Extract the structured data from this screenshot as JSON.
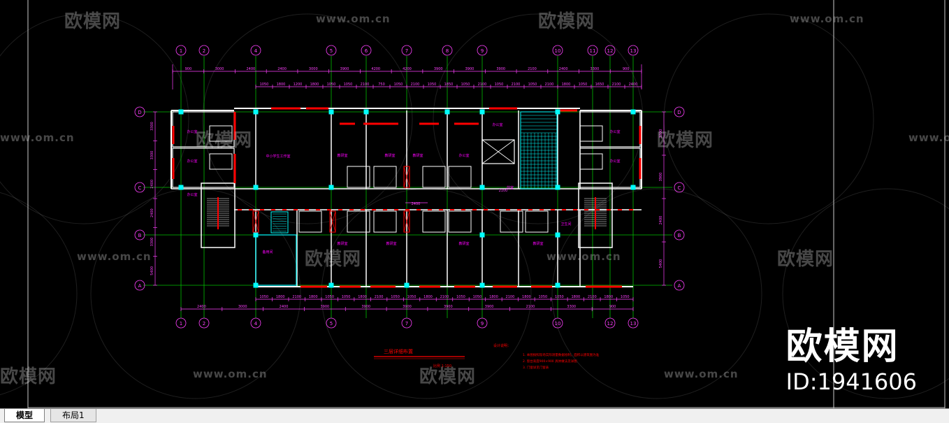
{
  "colors": {
    "background": "#000000",
    "grid": "#00c000",
    "dim": "#ff40ff",
    "wall": "#ffffff",
    "window": "#ff0000",
    "column": "#00ffff",
    "label": "#ff00ff"
  },
  "watermark": {
    "cn": "欧模网",
    "url": "www.om.cn"
  },
  "brand": {
    "name": "欧模网",
    "id": "ID:1941606"
  },
  "axes": {
    "top": [
      "1",
      "2",
      "4",
      "5",
      "6",
      "7",
      "8",
      "9",
      "10",
      "11",
      "12",
      "13"
    ],
    "bottom": [
      "1",
      "2",
      "4",
      "5",
      "7",
      "9",
      "10",
      "12",
      "13"
    ],
    "left": [
      "D",
      "C",
      "B",
      "A"
    ],
    "right": [
      "D",
      "C",
      "B",
      "A"
    ]
  },
  "dims": {
    "top_row1": [
      "900",
      "3000",
      "2400",
      "2400",
      "3000",
      "3900",
      "4200",
      "4200",
      "3900",
      "3900",
      "3900",
      "2100",
      "2400",
      "3300",
      "900"
    ],
    "top_row2": [
      "1050",
      "1800",
      "1200",
      "1800",
      "1050",
      "1050",
      "2100",
      "750",
      "1050",
      "2100",
      "1050",
      "1850",
      "1050",
      "2100",
      "1050",
      "2100",
      "1050",
      "2100",
      "1800",
      "1050",
      "1650",
      "2100",
      "2400"
    ],
    "bottom_row1": [
      "1050",
      "1800",
      "2100",
      "1800",
      "1050",
      "1050",
      "1800",
      "2100",
      "1050",
      "1050",
      "1800",
      "2100",
      "1050",
      "1050",
      "1800",
      "2100",
      "1800",
      "1050",
      "1050",
      "1800",
      "2100",
      "1800",
      "1050"
    ],
    "bottom_row2": [
      "2400",
      "3000",
      "2400",
      "3900",
      "3900",
      "3900",
      "3900",
      "3900",
      "2100",
      "3300",
      "900"
    ],
    "left": [
      "3300",
      "3300",
      "2400",
      "2400",
      "3300",
      "5400"
    ],
    "right": [
      "3300",
      "3900",
      "2400",
      "5400"
    ],
    "mid": [
      "2400",
      "2100"
    ]
  },
  "rooms": {
    "r1": "办公室",
    "r2": "办公室",
    "r3": "办公室",
    "r4": "中小学生工作室",
    "r5": "教研室",
    "r6": "教研室",
    "r7": "教研室",
    "r8": "办公室",
    "r9": "办公室",
    "r10": "教研室",
    "r11": "教研室",
    "r12": "教研室",
    "r13": "教研室",
    "r14": "办公室",
    "r15": "备用间",
    "r16": "卫生间",
    "r17": "前室",
    "r18": "办公室"
  },
  "drawing": {
    "title": "三层详细布置",
    "scale": "比例 1:150",
    "notes_title": "设计说明：",
    "notes": [
      "1. 本图按照现场实际测量数据绘制，面积以建筑图为准",
      "2. 窗台高度900×900 具体做法见详图",
      "3. 门窗详见门窗表"
    ]
  },
  "tabs": {
    "model": "模型",
    "layout": "布局1"
  }
}
